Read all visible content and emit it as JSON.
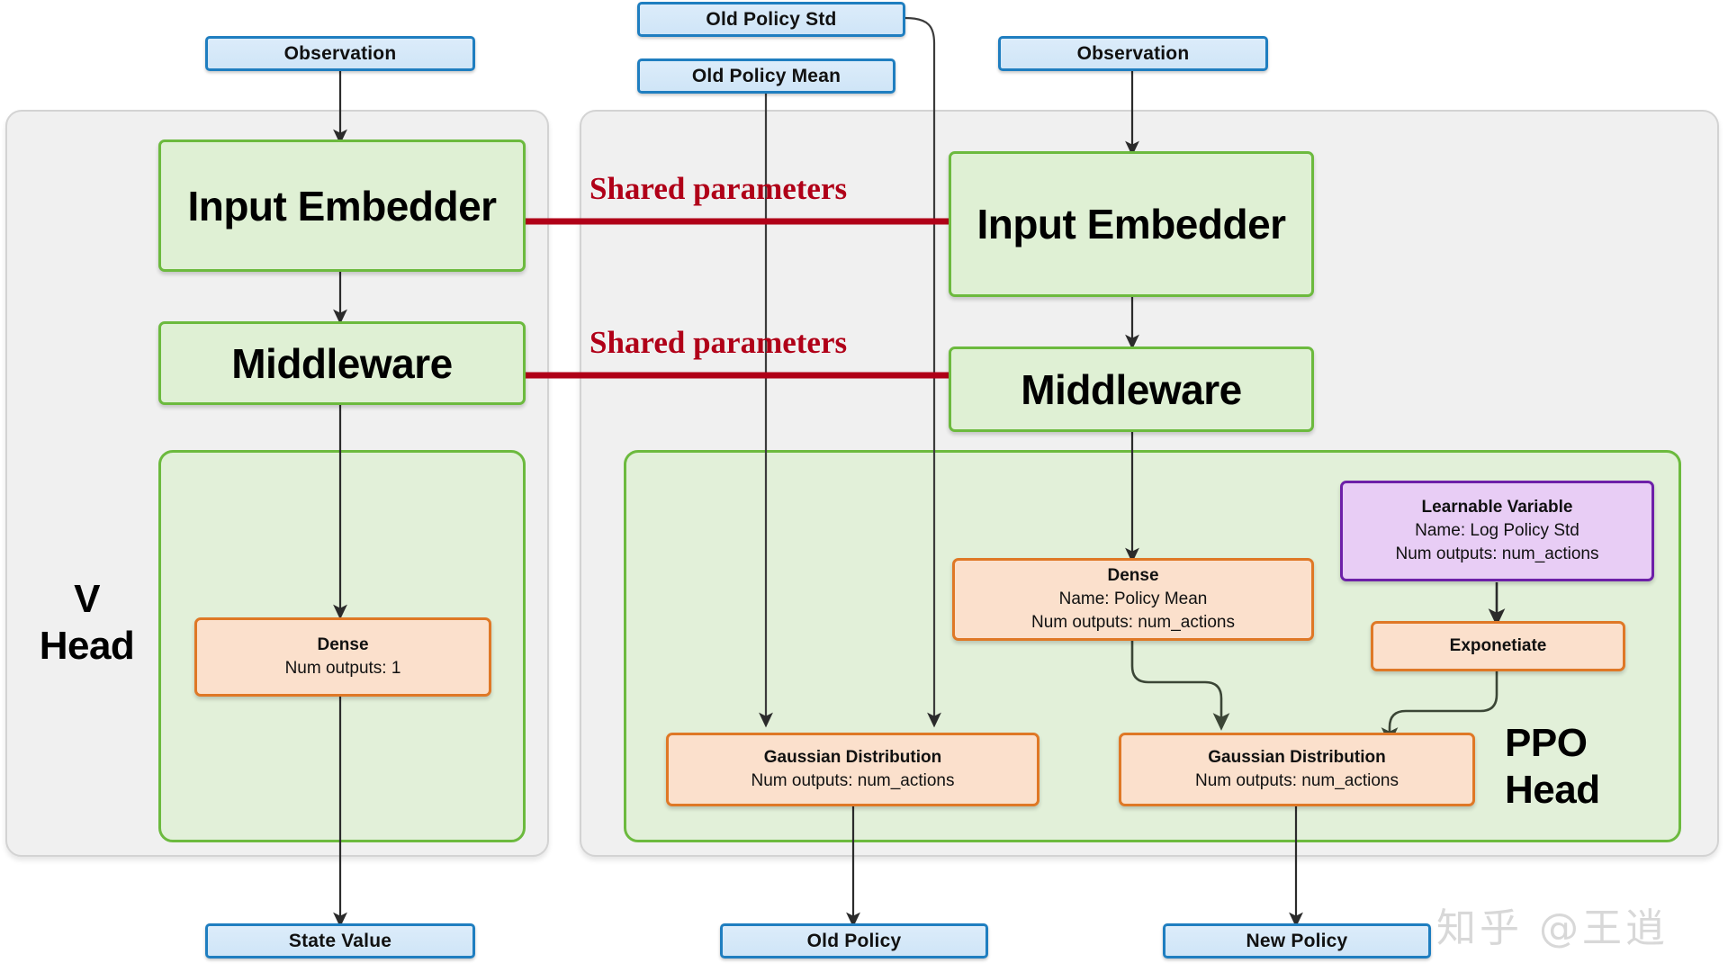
{
  "diagram": {
    "title": "PPO network architecture with shared parameters",
    "watermark": "知乎 @王逍",
    "colors": {
      "io_border": "#1f7ec0",
      "io_fill": "#d4e8f8",
      "block_border": "#6cba3e",
      "block_fill": "#dff0d4",
      "op_border": "#df7826",
      "op_fill": "#fbe0cc",
      "var_border": "#6d20a8",
      "var_fill": "#e8cdf5",
      "shared_line": "#b00018",
      "group_fill": "#f0f0f0",
      "arrow": "#333333"
    }
  },
  "inputs": {
    "observation_left": "Observation",
    "observation_right": "Observation",
    "old_policy_std": "Old Policy Std",
    "old_policy_mean": "Old Policy Mean"
  },
  "outputs": {
    "state_value": "State Value",
    "old_policy": "Old Policy",
    "new_policy": "New Policy"
  },
  "shared_labels": {
    "embedder": "Shared parameters",
    "middleware": "Shared parameters"
  },
  "groups": {
    "v_head": {
      "label_line1": "V",
      "label_line2": "Head"
    },
    "ppo_head": {
      "label_line1": "PPO",
      "label_line2": "Head"
    }
  },
  "left_branch": {
    "input_embedder": "Input Embedder",
    "middleware": "Middleware",
    "dense": {
      "title": "Dense",
      "line2": "Num outputs: 1"
    }
  },
  "right_branch": {
    "input_embedder": "Input Embedder",
    "middleware": "Middleware",
    "dense_policy_mean": {
      "title": "Dense",
      "line2": "Name: Policy Mean",
      "line3": "Num outputs: num_actions"
    },
    "learnable_variable": {
      "title": "Learnable Variable",
      "line2": "Name: Log Policy Std",
      "line3": "Num outputs: num_actions"
    },
    "exponetiate": {
      "title": "Exponetiate"
    },
    "gaussian_old": {
      "title": "Gaussian Distribution",
      "line2": "Num outputs: num_actions"
    },
    "gaussian_new": {
      "title": "Gaussian Distribution",
      "line2": "Num outputs: num_actions"
    }
  }
}
